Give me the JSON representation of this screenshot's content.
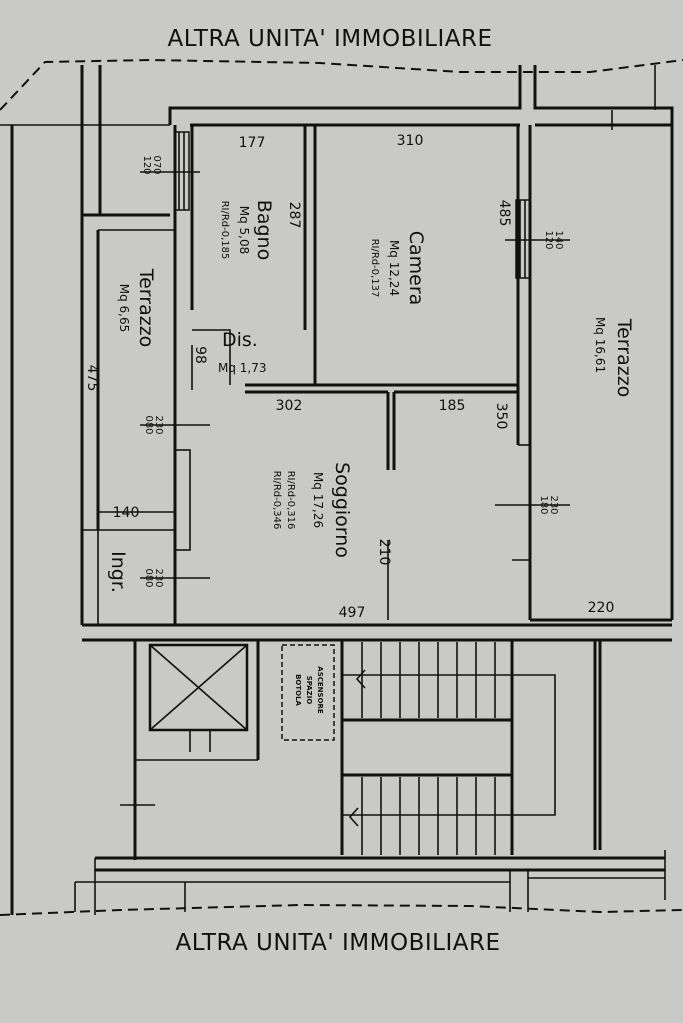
{
  "headers": {
    "top": "ALTRA UNITA' IMMOBILIARE",
    "bottom": "ALTRA UNITA' IMMOBILIARE"
  },
  "rooms": {
    "bagno": {
      "name": "Bagno",
      "area": "Mq 5,08",
      "ratio": "RI/Rd-0,185"
    },
    "camera": {
      "name": "Camera",
      "area": "Mq 12,24",
      "ratio": "RI/Rd-0,137"
    },
    "terrazzo_left": {
      "name": "Terrazzo",
      "area": "Mq 6,65"
    },
    "terrazzo_right": {
      "name": "Terrazzo",
      "area": "Mq 16,61"
    },
    "dis": {
      "name": "Dis.",
      "area": "Mq 1,73"
    },
    "soggiorno": {
      "name": "Soggiorno",
      "area": "Mq 17,26",
      "ratio1": "RI/Rd-0,316",
      "ratio2": "RI/Rd-0,346"
    },
    "ingr": {
      "name": "Ingr."
    }
  },
  "dimensions": {
    "d177": "177",
    "d310": "310",
    "d287": "287",
    "d485": "485",
    "d98": "98",
    "d475": "475",
    "d302": "302",
    "d185": "185",
    "d350": "350",
    "d140": "140",
    "d210": "210",
    "d497": "497",
    "d220": "220"
  },
  "door_sizes": {
    "bagno_window_w": "120",
    "bagno_window_h": "070",
    "camera_window_w": "120",
    "camera_window_h": "140",
    "terr_left_door_w": "080",
    "terr_left_door_h": "230",
    "terr_right_door_w": "180",
    "terr_right_door_h": "230",
    "ingr_door_w": "080",
    "ingr_door_h": "230"
  },
  "elevator_label": [
    "BOTOLA",
    "SPAZIO",
    "ASCENSORE"
  ]
}
